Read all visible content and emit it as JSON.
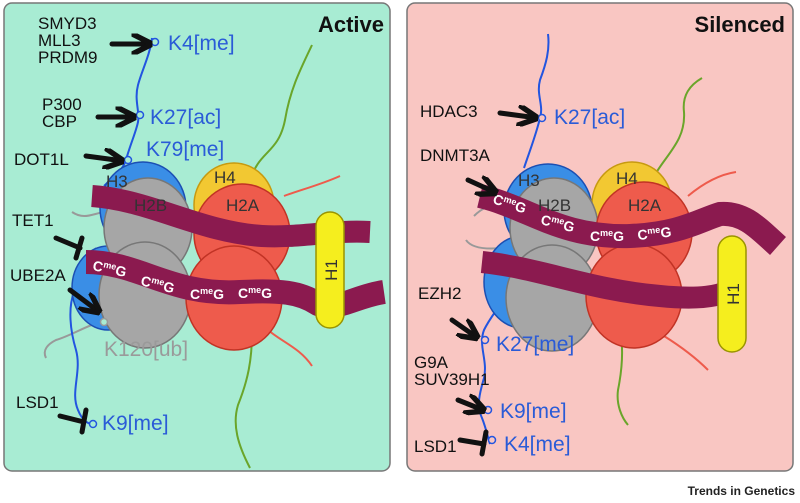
{
  "active": {
    "title": "Active",
    "enzymes": [
      "SMYD3",
      "MLL3",
      "PRDM9",
      "P300",
      "CBP",
      "DOT1L",
      "TET1",
      "UBE2A",
      "LSD1"
    ],
    "mods": [
      "K4[me]",
      "K27[ac]",
      "K79[me]",
      "K9[me]"
    ],
    "ub_mod": "K120[ub]",
    "histones": {
      "h3": "H3",
      "h4": "H4",
      "h2b": "H2B",
      "h2a": "H2A",
      "h1": "H1"
    }
  },
  "silenced": {
    "title": "Silenced",
    "enzymes": [
      "HDAC3",
      "DNMT3A",
      "EZH2",
      "G9A",
      "SUV39H1",
      "LSD1"
    ],
    "mods": [
      "K27[ac]",
      "K27[me]",
      "K9[me]",
      "K4[me]"
    ],
    "histones": {
      "h3": "H3",
      "h4": "H4",
      "h2b": "H2B",
      "h2a": "H2A",
      "h1": "H1"
    }
  },
  "methyl_mark": {
    "c": "C",
    "me": "me",
    "g": "G"
  },
  "footer": "Trends in Genetics",
  "colors": {
    "active_bg": "#a8ecd3",
    "silenced_bg": "#f9c6c2",
    "h3": "#3a8ee6",
    "h4": "#f2c832",
    "h2b": "#a6a6a6",
    "h2a": "#ee5b4c",
    "h1": "#f5ee1e",
    "dna": "#8b1a4f",
    "tail_blue": "#2255e0",
    "mod_text": "#2a5bd7"
  }
}
